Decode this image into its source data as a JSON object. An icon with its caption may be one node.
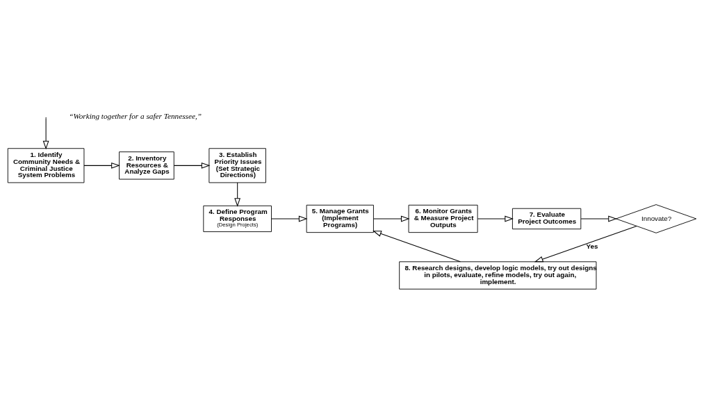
{
  "diagram": {
    "nodes": [
      {
        "text": [
          "1. Identify Community Needs & Criminal Justice System Problems"
        ]
      },
      {
        "text": [
          "2. Inventory Resources & Analyze Gaps"
        ]
      },
      {
        "text": [
          "3. Establish Priority Issues (Set Strategic Directions)"
        ]
      },
      {
        "text": [
          "4. Define Program Responses",
          "(Design Projects)"
        ]
      },
      {
        "text": [
          "5. Manage Grants (Implement Programs)"
        ]
      },
      {
        "text": [
          "6. Monitor Grants & Measure Project Outputs"
        ]
      },
      {
        "text": [
          "7. Evaluate Project Outcomes"
        ]
      },
      {
        "text": [
          "Innovate?"
        ]
      },
      {
        "text": [
          "8. Research designs, develop logic models, try out designs in pilots, evaluate, refine models, try out again, implement."
        ]
      }
    ],
    "edges": [
      {
        "from": null,
        "to": 0,
        "arrow": "to"
      },
      {
        "from": 0,
        "to": 1,
        "arrow": "to"
      },
      {
        "from": 1,
        "to": 2,
        "arrow": "to"
      },
      {
        "from": 2,
        "to": 3,
        "arrow": "to"
      },
      {
        "from": 3,
        "to": 4,
        "arrow": "to"
      },
      {
        "from": 4,
        "to": 5,
        "arrow": "to"
      },
      {
        "from": 5,
        "to": 6,
        "arrow": "to"
      },
      {
        "from": 6,
        "to": 7,
        "arrow": "to"
      },
      {
        "from": 7,
        "to": 8,
        "label": "Yes",
        "arrow": "to"
      },
      {
        "from": 8,
        "to": 4,
        "arrow": "to"
      }
    ],
    "labels": [
      "“Working together for a safer Tennessee,”"
    ]
  }
}
